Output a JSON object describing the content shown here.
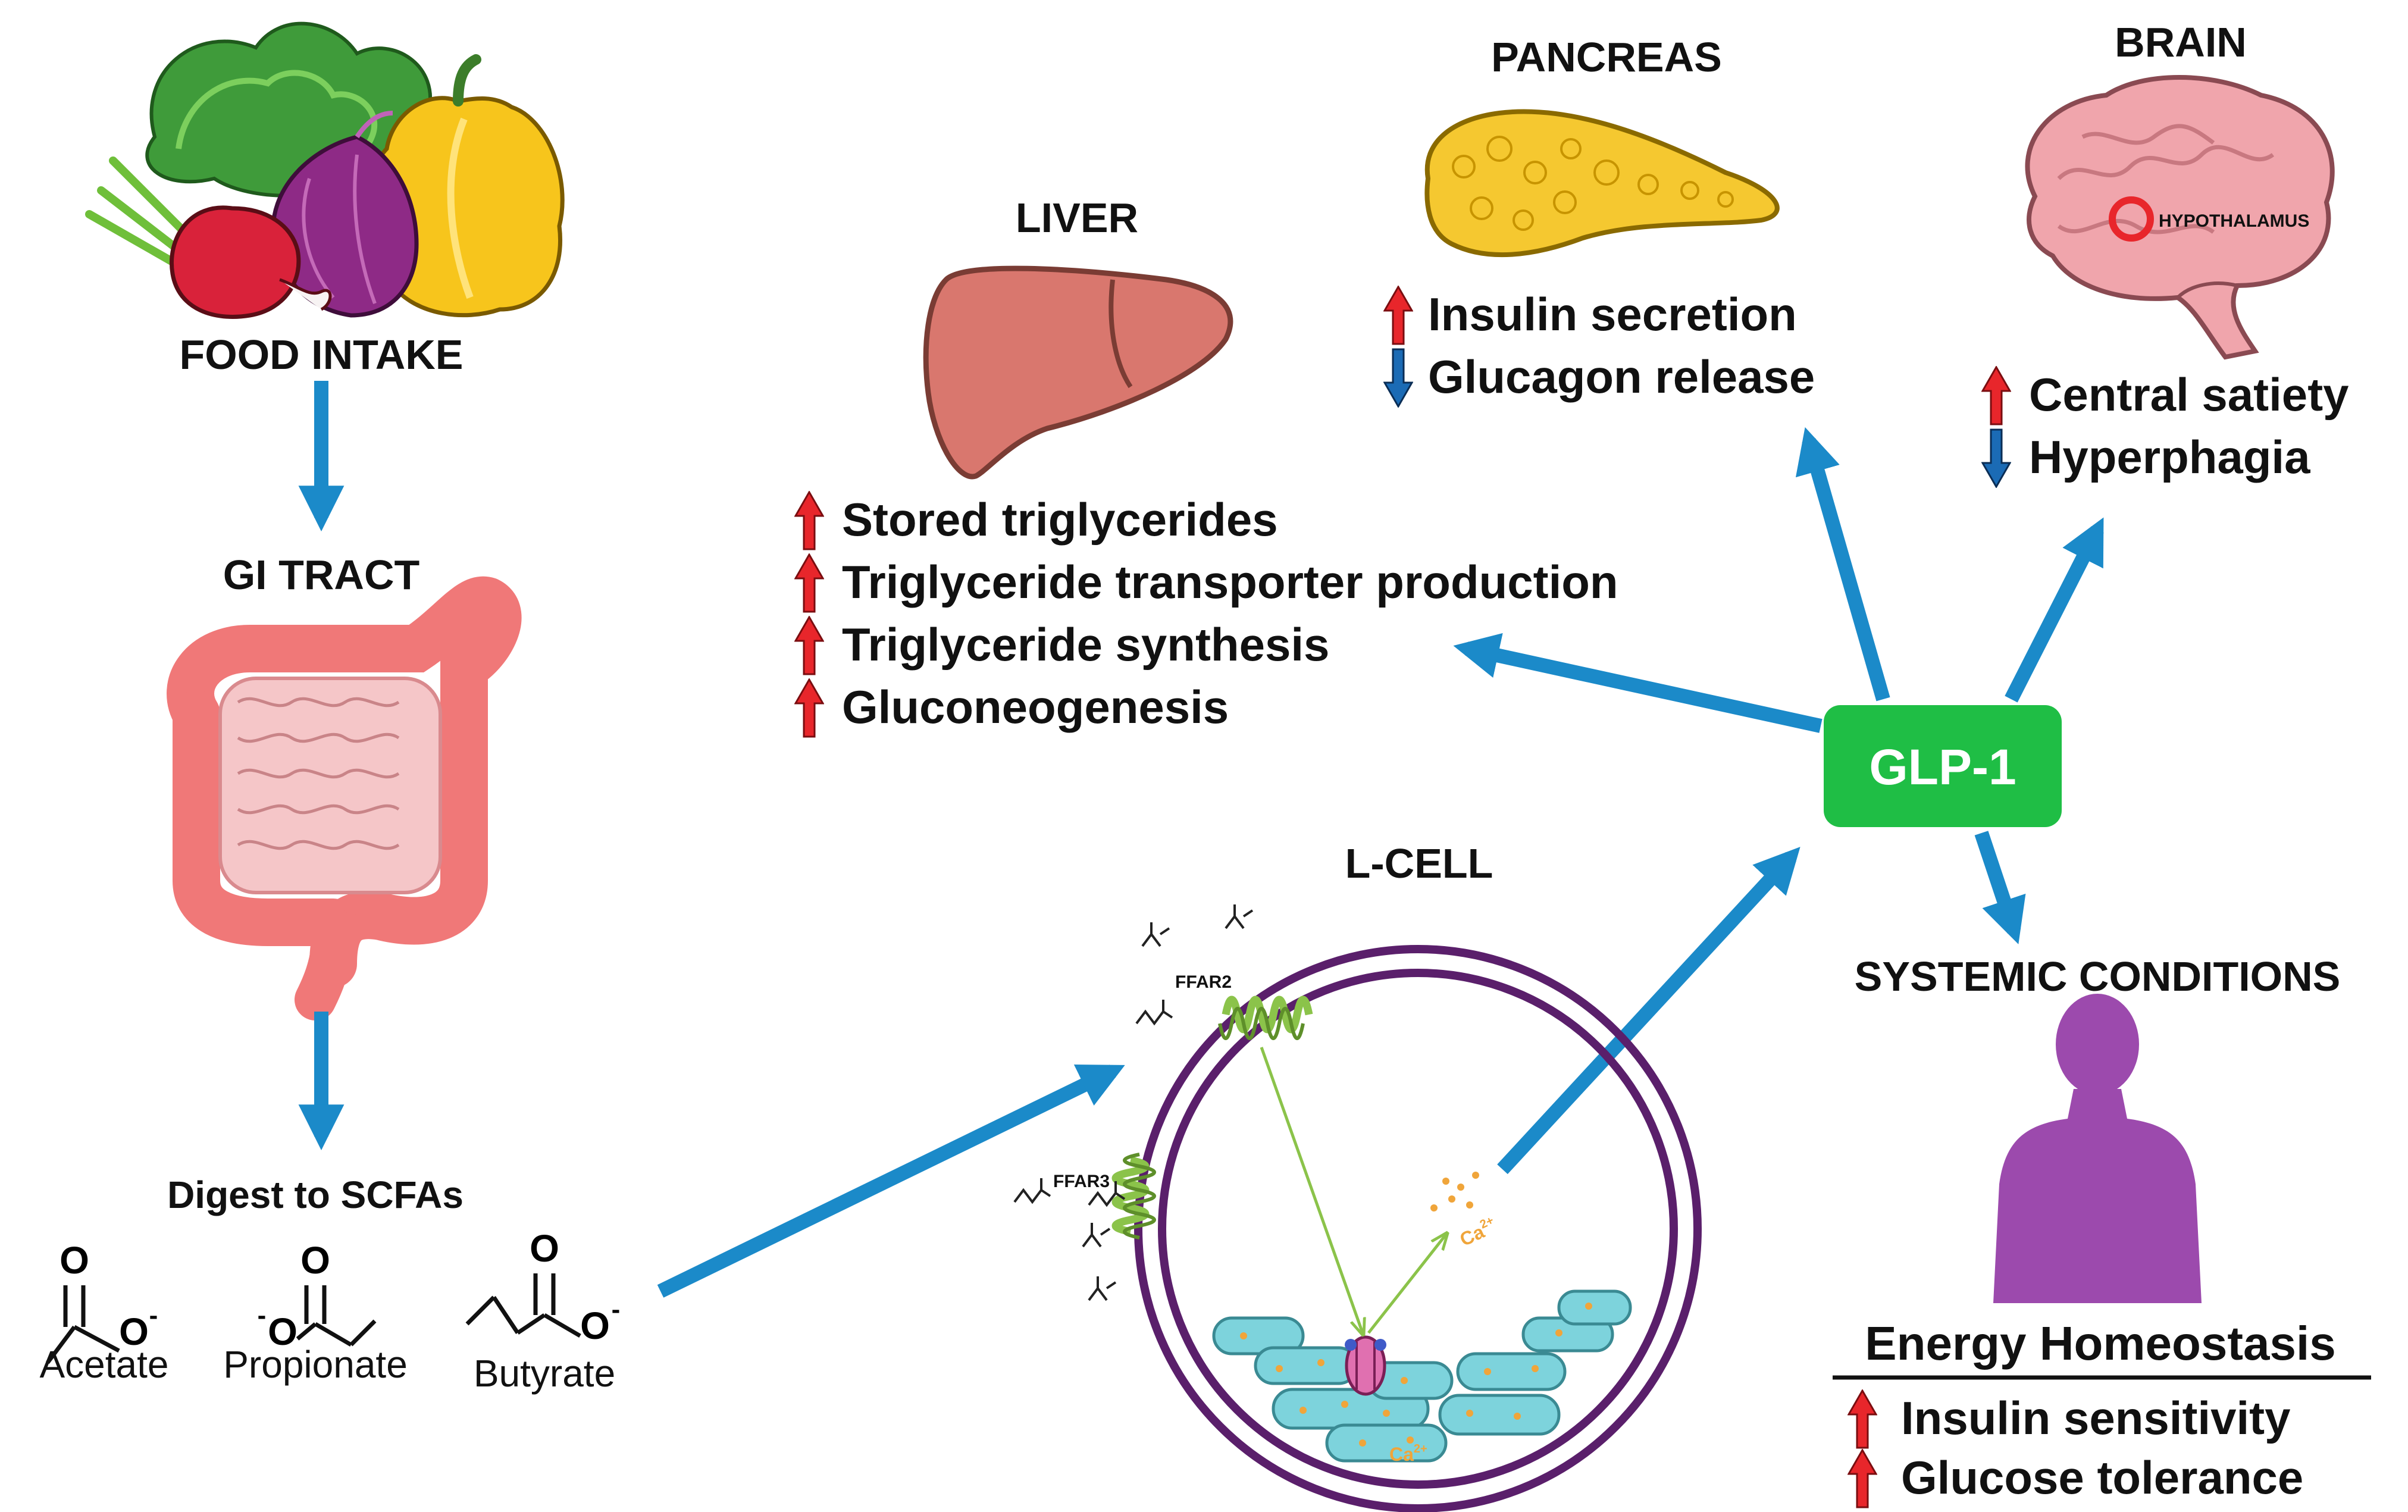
{
  "food": {
    "heading": "FOOD INTAKE"
  },
  "gi": {
    "heading": "GI TRACT"
  },
  "scfa": {
    "heading": "Digest to SCFAs",
    "acetate": "Acetate",
    "propionate": "Propionate",
    "butyrate": "Butyrate",
    "atom_o": "O",
    "atom_o_minus": "O",
    "minus": "-"
  },
  "liver": {
    "heading": "LIVER",
    "effects": [
      "Stored triglycerides",
      "Triglyceride transporter production",
      "Triglyceride synthesis",
      "Gluconeogenesis"
    ]
  },
  "pancreas": {
    "heading": "PANCREAS",
    "effects": [
      "Insulin secretion",
      "Glucagon release"
    ]
  },
  "brain": {
    "heading": "BRAIN",
    "region": "HYPOTHALAMUS",
    "effects": [
      "Central satiety",
      "Hyperphagia"
    ]
  },
  "glp1": {
    "label": "GLP-1"
  },
  "lcell": {
    "heading": "L-CELL",
    "ffar2": "FFAR2",
    "ffar3": "FFAR3",
    "ca": "Ca",
    "ca_charge": "2+"
  },
  "systemic": {
    "heading": "SYSTEMIC CONDITIONS",
    "subheading": "Energy Homeostasis",
    "effects": [
      "Insulin sensitivity",
      "Glucose tolerance"
    ]
  },
  "colors": {
    "arrow_blue": "#1b8ac9",
    "up_red": "#e8262b",
    "down_blue": "#1b6bb5",
    "glp1_green": "#1fbe45",
    "cell_purple": "#5a1f6b",
    "body_purple": "#9c4aad",
    "receptor_green": "#8bc34a",
    "liver": "#d9776e",
    "pancreas": "#f5c830",
    "brain": "#f0a5ac",
    "intestine": "#f08080",
    "mito": "#7dd3dc"
  }
}
